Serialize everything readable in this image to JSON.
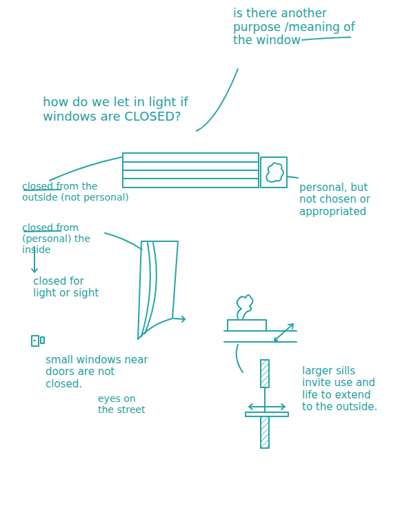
{
  "diagram": {
    "labels": [
      "is there another purpose /meaning of the window",
      "how do we let in light if windows are CLOSED?",
      "closed from the outside (not personal)",
      "personal, but not chosen or appropriated",
      "closed from (personal) the inside",
      "closed for light or sight",
      "small windows near doors are not closed.",
      "eyes on the street",
      "larger sills invite use and life to extend to the outside."
    ]
  }
}
